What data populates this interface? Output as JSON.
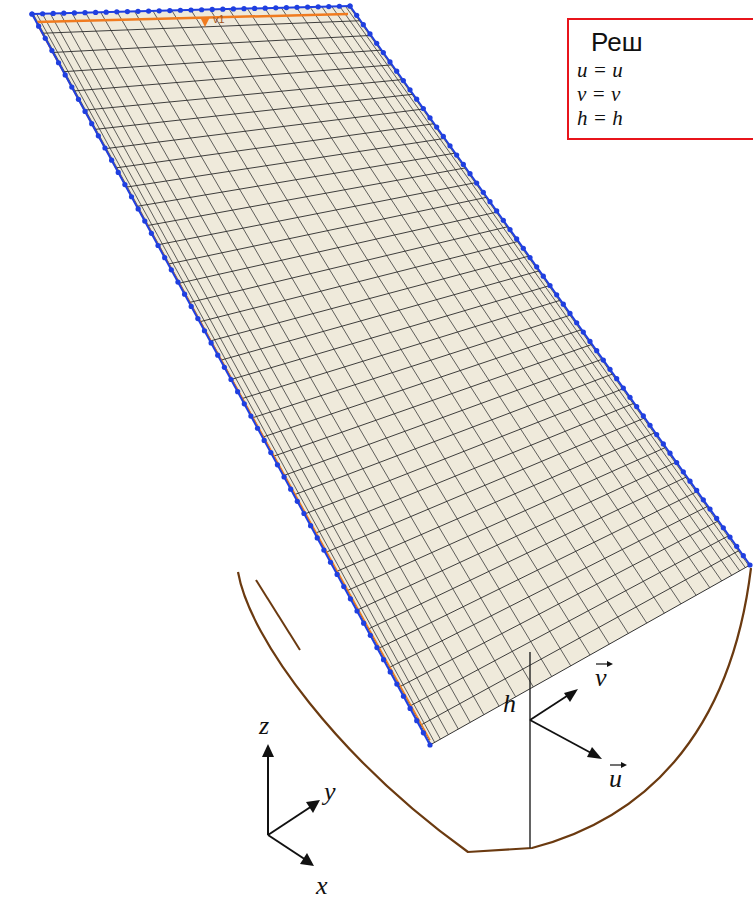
{
  "diagram": {
    "nodes": [
      {
        "text": [
          "Реш",
          "u = u",
          "v = v",
          "h = h"
        ]
      }
    ],
    "labels": [
      "v1",
      "z",
      "y",
      "x",
      "h",
      "v",
      "u"
    ]
  }
}
